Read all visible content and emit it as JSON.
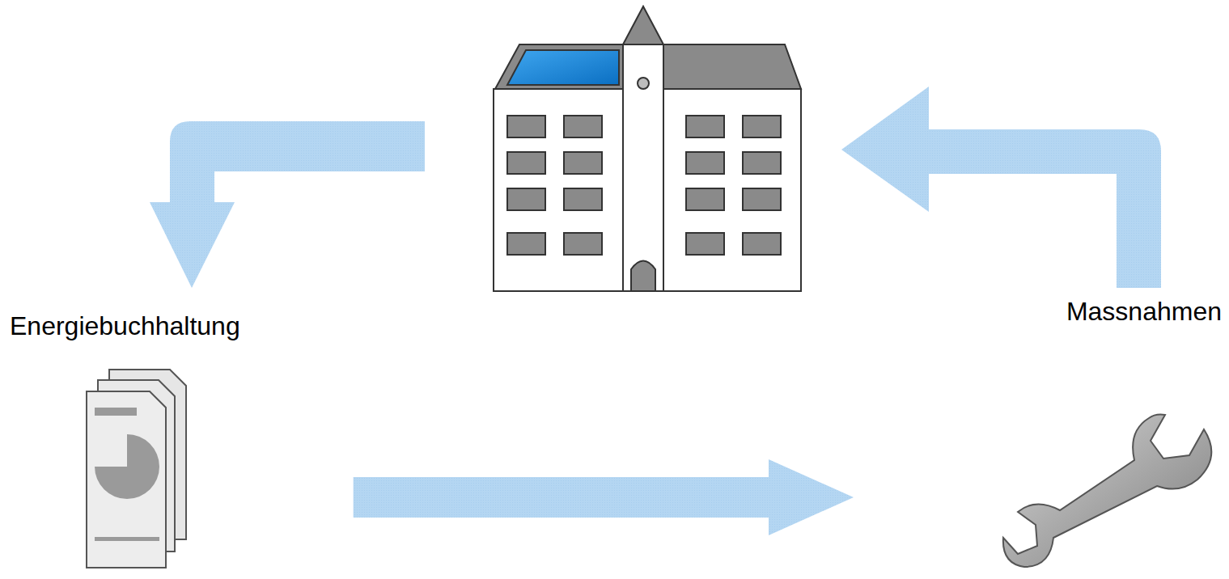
{
  "diagram": {
    "nodes": [
      {
        "text": [
          "Energiebuchhaltung"
        ]
      },
      {
        "text": [
          "Massnahmen"
        ]
      }
    ],
    "edges": [
      {
        "from": 0,
        "to": 1,
        "arrow": "to"
      }
    ]
  }
}
